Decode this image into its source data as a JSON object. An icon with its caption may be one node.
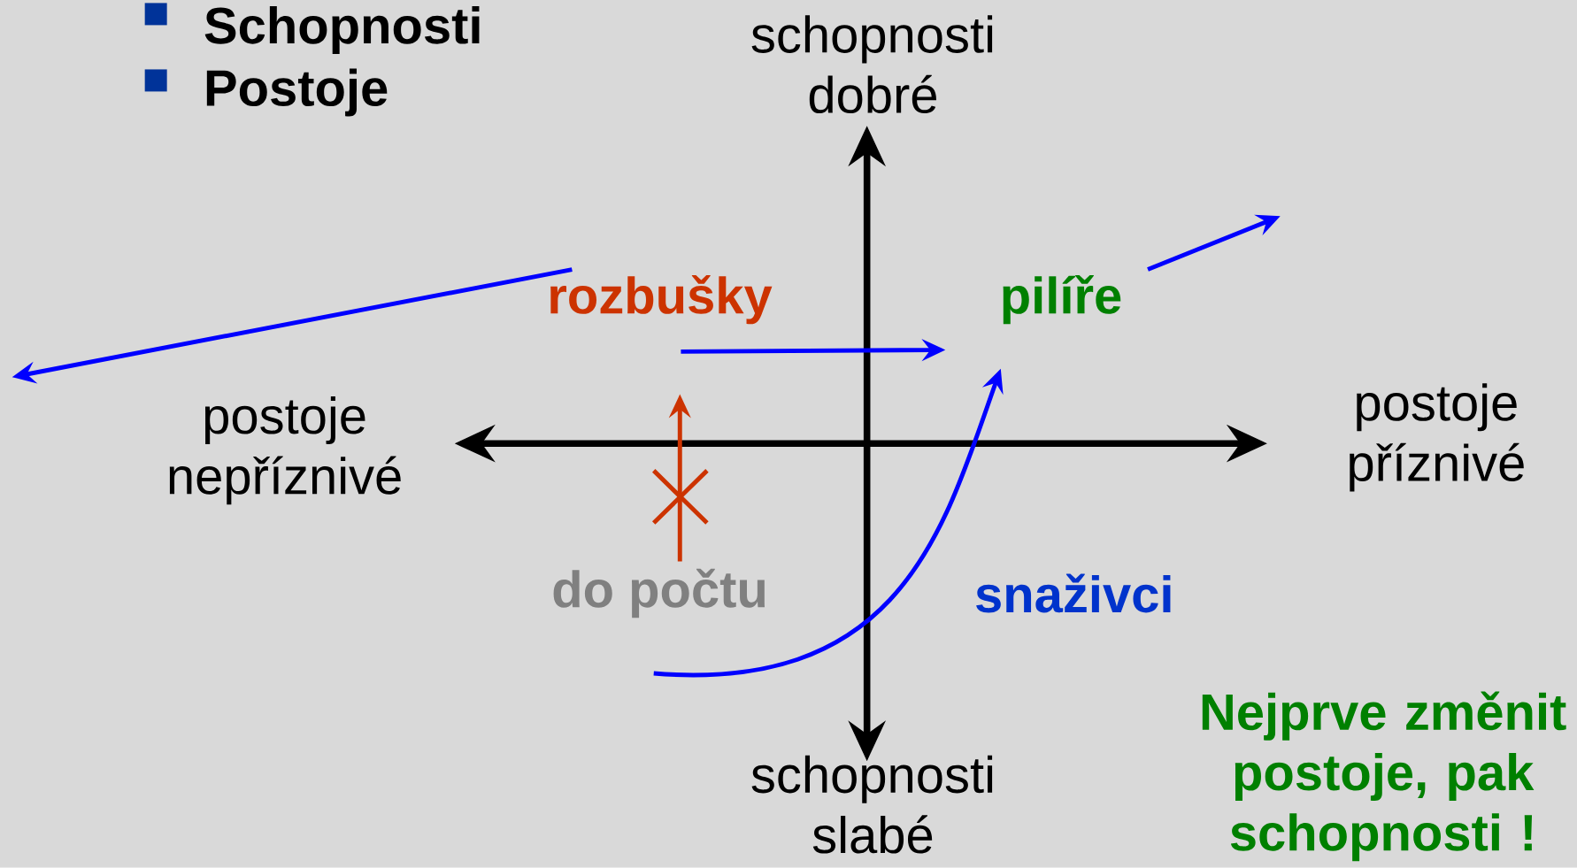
{
  "diagram": {
    "nodes": [
      {
        "text": [
          "rozbušky"
        ]
      },
      {
        "text": [
          "pilíře"
        ]
      },
      {
        "text": [
          "do počtu"
        ]
      },
      {
        "text": [],
        "shape": "line"
      }
    ],
    "edges": [
      {
        "from": 0,
        "to": null,
        "arrow": "to"
      },
      {
        "from": 2,
        "to": 1,
        "arrow": "to"
      },
      {
        "from": 1,
        "to": null,
        "arrow": "to"
      },
      {
        "from": 0,
        "to": null,
        "arrow": "to"
      },
      {
        "from": 2,
        "to": 3,
        "arrow": "to",
        "color": "#cc3300"
      }
    ],
    "labels": [
      "Schopnosti",
      "Postoje",
      "schopnosti dobré",
      "postoje nepříznivé",
      "postoje příznivé",
      "snaživci",
      "schopnosti slabé",
      "Nejprve změnit postoje, pak schopnosti !"
    ]
  }
}
